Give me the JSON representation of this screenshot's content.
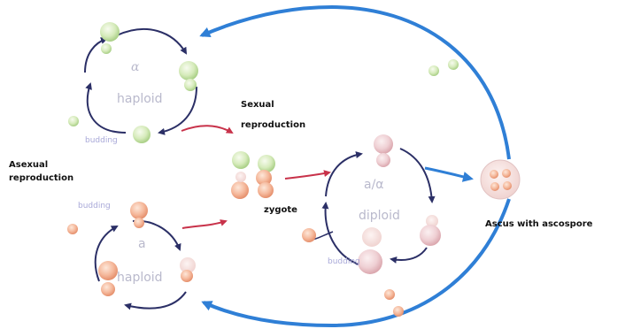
{
  "labels": {
    "alpha_symbol": "α",
    "alpha_phase": "haploid",
    "a_symbol": "a",
    "a_phase": "haploid",
    "diploid_symbol": "a/α",
    "diploid_phase": "diploid",
    "sexual_line1": "Sexual",
    "sexual_line2": "reproduction",
    "asexual_line1": "Asexual",
    "asexual_line2": "reproduction",
    "zygote": "zygote",
    "ascus": "Ascus with ascospore",
    "budding_alpha": "budding",
    "budding_a": "budding",
    "budding_diploid": "budding"
  },
  "colors": {
    "alpha_cell": "#cfe6b0",
    "a_cell": "#f2b9a0",
    "diploid_cell": "#ecc8cc",
    "cycle_arrow": "#2b2f66",
    "mating_arrow": "#c8324a",
    "blue_arrow": "#2f7fd6"
  }
}
